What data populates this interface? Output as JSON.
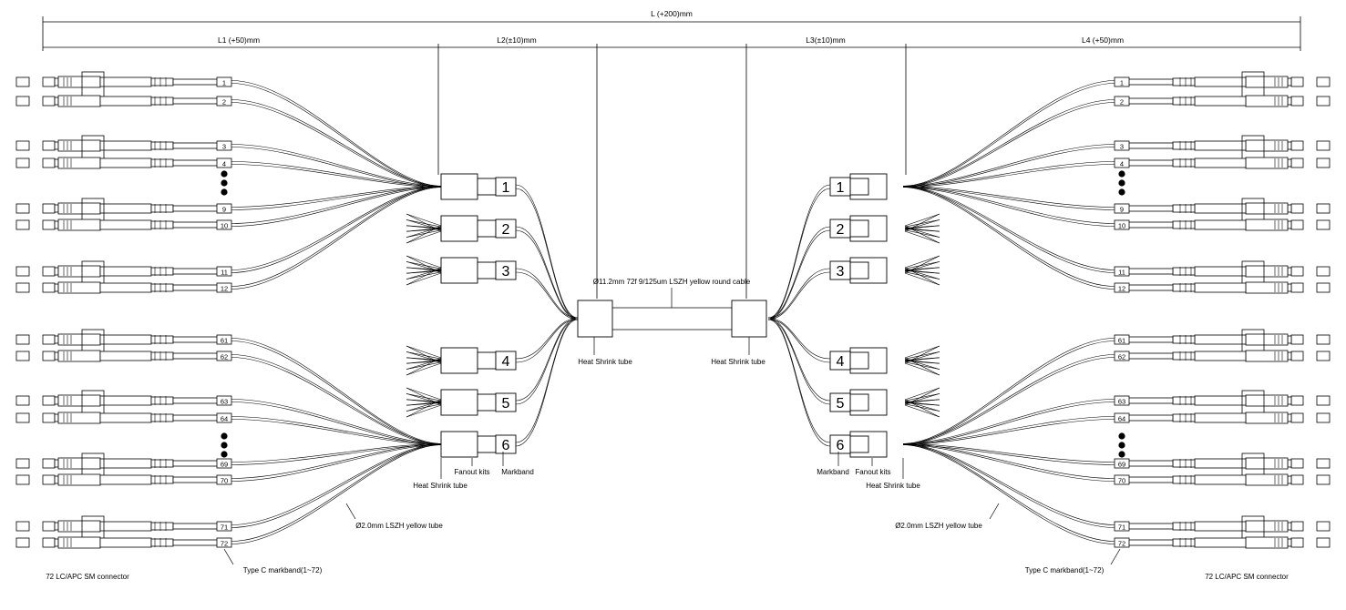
{
  "dimensions": {
    "total": "L (+200)mm",
    "total_sup": "+200",
    "l1": "L1 (+50)mm",
    "l2": "L2(±10)mm",
    "l3": "L3(±10)mm",
    "l4": "L4 (+50)mm"
  },
  "cable": {
    "label": "Ø11.2mm 72f  9/125um LSZH yellow round cable"
  },
  "labels": {
    "heat_shrink_center_left": "Heat Shrink tube",
    "heat_shrink_center_right": "Heat Shrink tube",
    "heat_shrink_fanout_left": "Heat Shrink tube",
    "heat_shrink_fanout_right": "Heat Shrink tube",
    "fanout_kits_left": "Fanout kits",
    "fanout_kits_right": "Fanout kits",
    "markband_left": "Markband",
    "markband_right": "Markband",
    "tube_left": "Ø2.0mm LSZH yellow tube",
    "tube_right": "Ø2.0mm LSZH yellow tube",
    "typec_left": "Type C markband(1~72)",
    "typec_right": "Type C markband(1~72)",
    "connector_left": "72 LC/APC SM connector",
    "connector_right": "72 LC/APC SM connector"
  },
  "fanout_numbers": [
    "1",
    "2",
    "3",
    "4",
    "5",
    "6"
  ],
  "fiber_numbers": [
    "1",
    "2",
    "3",
    "4",
    "9",
    "10",
    "11",
    "12",
    "61",
    "62",
    "63",
    "64",
    "69",
    "70",
    "71",
    "72"
  ]
}
